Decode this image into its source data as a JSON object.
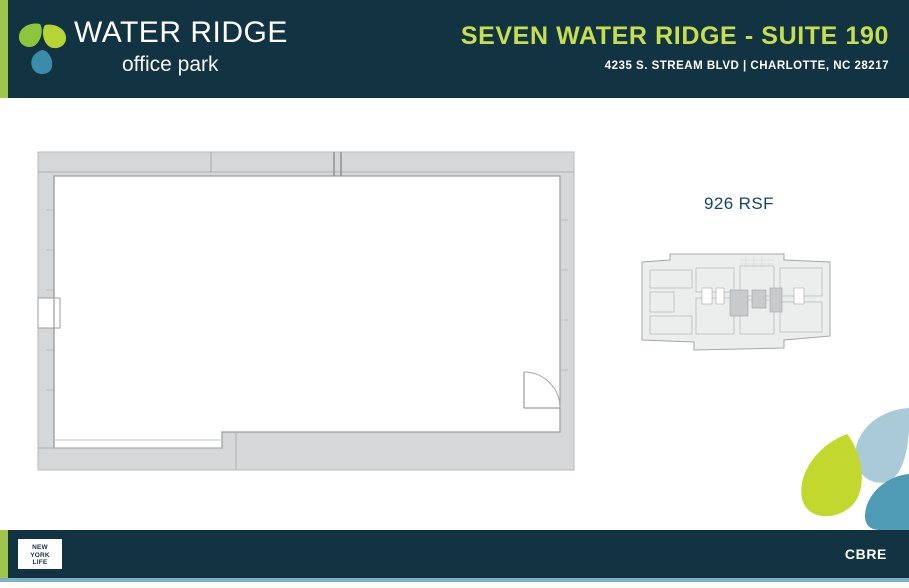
{
  "header": {
    "brand_line1": "WATER RIDGE",
    "brand_line2": "office park",
    "suite_title": "SEVEN WATER RIDGE - SUITE 190",
    "suite_address": "4235 S. STREAM BLVD | CHARLOTTE, NC 28217",
    "accent_color": "#9fc54d",
    "background_color": "#123442",
    "title_color": "#c6de4f",
    "logo_icon": "three-leaf-clover-icon"
  },
  "main": {
    "rsf_label": "926 RSF",
    "rsf_color": "#12456b",
    "suite_plan_name": "suite-190-floor-plan",
    "key_plan_name": "building-key-plan"
  },
  "footer": {
    "nyl_line1": "NEW",
    "nyl_line2": "YORK",
    "nyl_line3": "LIFE",
    "cbre_label": "CBRE",
    "background_color": "#123442",
    "accent_color": "#9fc54d"
  }
}
